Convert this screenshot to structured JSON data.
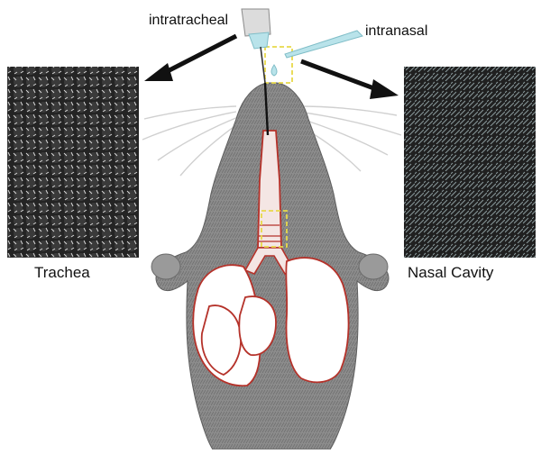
{
  "labels": {
    "intratracheal": "intratracheal",
    "intranasal": "intranasal",
    "trachea": "Trachea",
    "nasal_cavity": "Nasal Cavity"
  },
  "colors": {
    "fur": "#8c8c8c",
    "fur_dark": "#5e5e5e",
    "airway_outline": "#b5322a",
    "lung_fill": "#ffffff",
    "highlight_box": "#e8d94a",
    "arrow": "#111111",
    "micrograph_bg": "#1c1c1c",
    "pipette": "#b9e3ea"
  },
  "icons": {
    "left_arrow": "arrow-to-trachea-icon",
    "right_arrow": "arrow-to-nasal-icon",
    "syringe": "syringe-icon",
    "pipette": "pipette-icon"
  }
}
